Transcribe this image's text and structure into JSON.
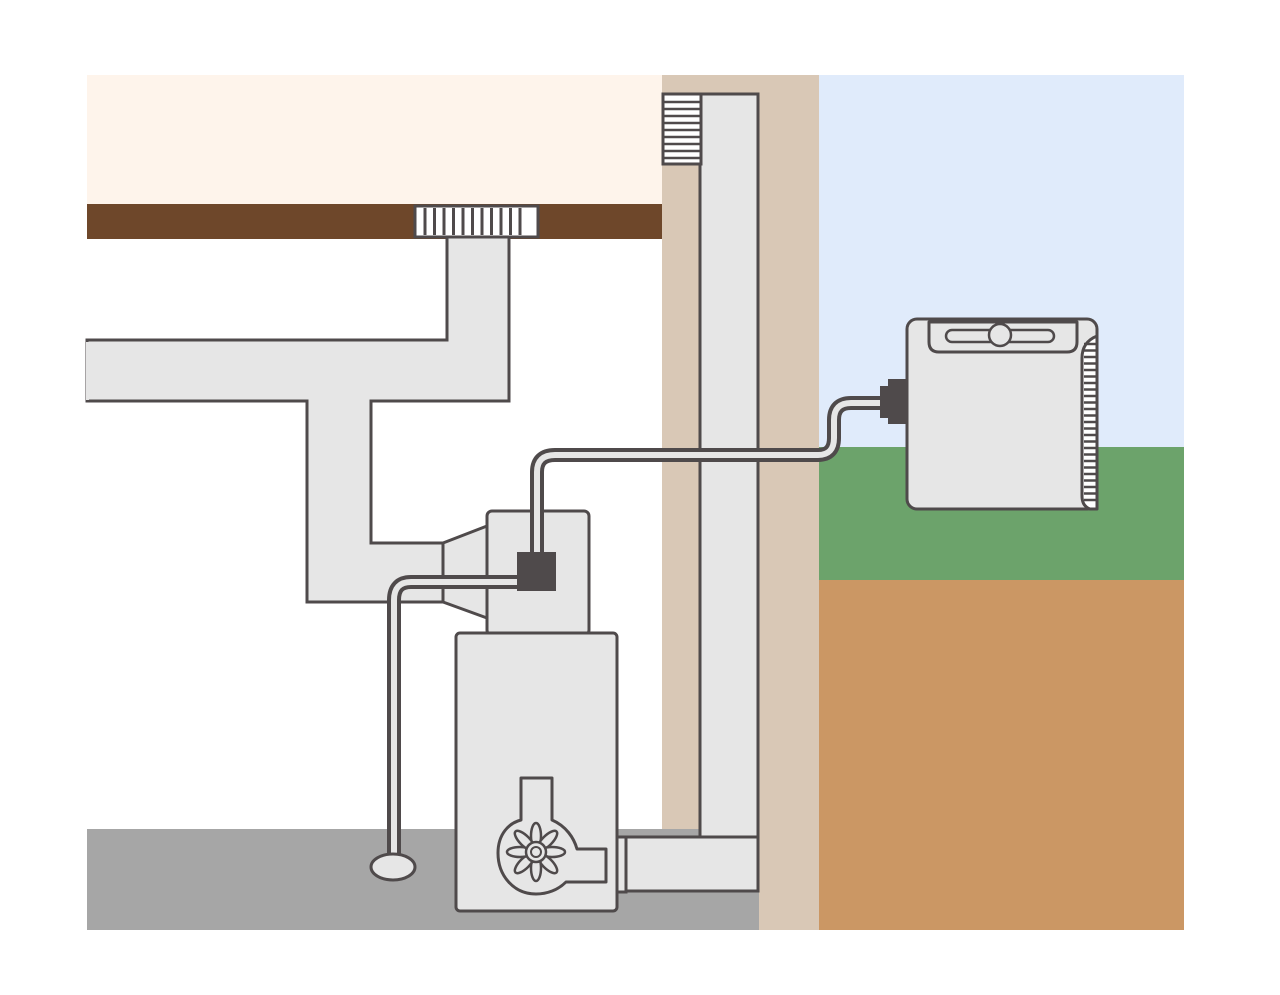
{
  "diagram": {
    "type": "hvac-cutaway",
    "palette": {
      "background": "#ffffff",
      "room": "#fef4eb",
      "floor_joist": "#6e472a",
      "wall": "#d9c8b6",
      "sky": "#e0ebfb",
      "grass": "#6ca36b",
      "soil": "#cb9764",
      "concrete": "#a6a6a6",
      "equipment_fill": "#e6e6e6",
      "outline": "#4f4a4b",
      "dark_part": "#4f4a4b"
    },
    "components": [
      {
        "id": "supply-register",
        "icon": "floor-register-icon"
      },
      {
        "id": "supply-duct",
        "icon": "duct-icon"
      },
      {
        "id": "evaporator-coil",
        "icon": "coil-housing-icon"
      },
      {
        "id": "condensate-drain",
        "icon": "drain-pipe-icon"
      },
      {
        "id": "furnace",
        "icon": "furnace-icon"
      },
      {
        "id": "blower",
        "icon": "blower-fan-icon"
      },
      {
        "id": "vent-flue",
        "icon": "exhaust-flue-icon"
      },
      {
        "id": "refrigerant-line",
        "icon": "refrigerant-line-icon"
      },
      {
        "id": "condenser-unit",
        "icon": "outdoor-condenser-icon"
      }
    ]
  }
}
